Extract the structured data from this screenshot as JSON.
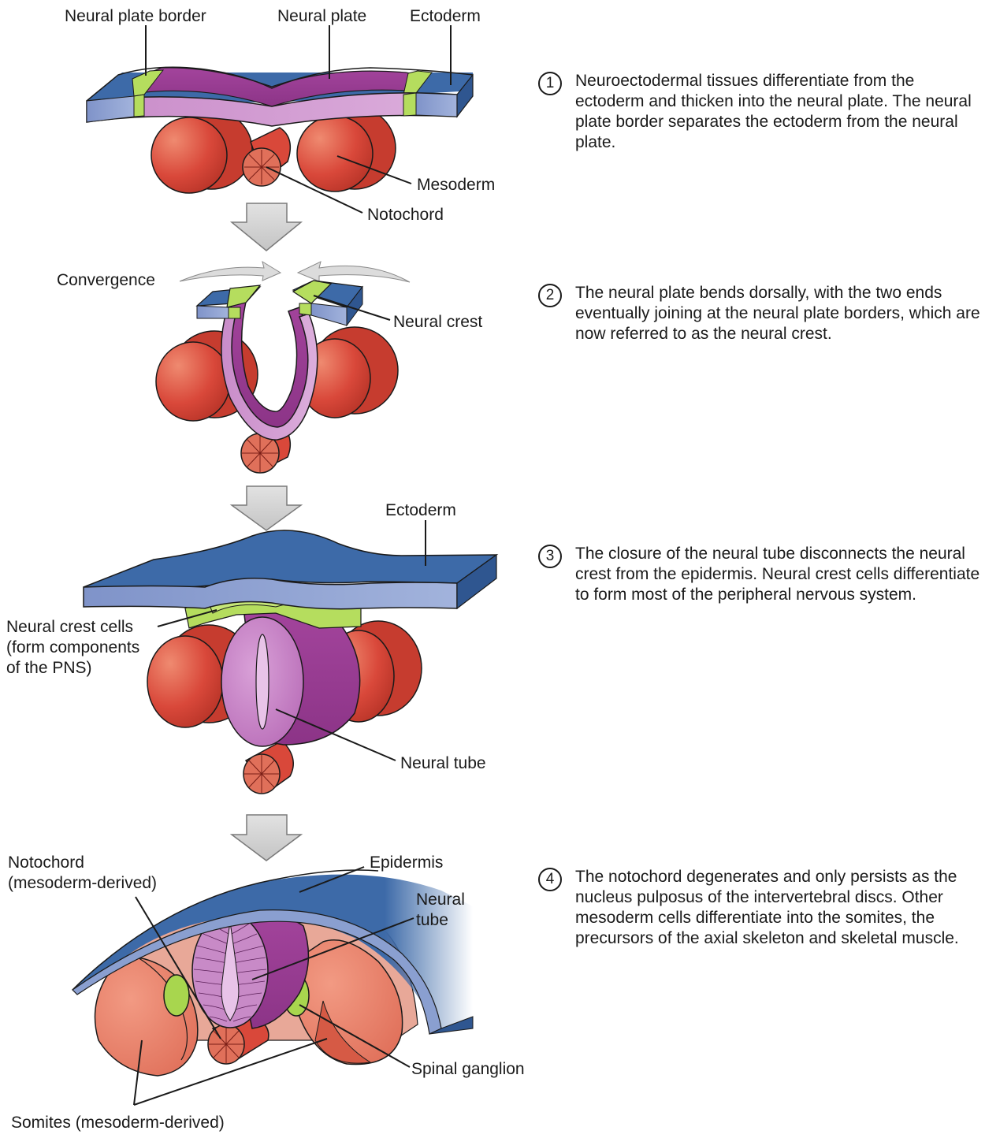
{
  "labels": {
    "stage1": {
      "neural_plate_border": "Neural plate border",
      "neural_plate": "Neural plate",
      "ectoderm": "Ectoderm",
      "mesoderm": "Mesoderm",
      "notochord": "Notochord"
    },
    "stage2": {
      "convergence": "Convergence",
      "neural_crest": "Neural crest"
    },
    "stage3": {
      "ectoderm": "Ectoderm",
      "neural_crest_cells_line1": "Neural crest cells",
      "neural_crest_cells_line2": "(form components",
      "neural_crest_cells_line3": "of the PNS)",
      "neural_tube": "Neural tube"
    },
    "stage4": {
      "notochord_line1": "Notochord",
      "notochord_line2": "(mesoderm-derived)",
      "epidermis": "Epidermis",
      "neural_tube_line1": "Neural",
      "neural_tube_line2": "tube",
      "spinal_ganglion": "Spinal ganglion",
      "somites": "Somites (mesoderm-derived)"
    }
  },
  "steps": [
    {
      "number": "1",
      "text": "Neuroectodermal tissues differentiate from the ectoderm and thicken into the neural plate. The neural plate border separates the ectoderm from the neural plate."
    },
    {
      "number": "2",
      "text": "The neural plate bends dorsally, with the two ends eventually joining at the neural plate borders, which are now referred to as the neural crest."
    },
    {
      "number": "3",
      "text": "The closure of the neural tube disconnects the neural crest from the epidermis. Neural crest cells differentiate to form most of the peripheral nervous system."
    },
    {
      "number": "4",
      "text": "The notochord degenerates and only persists as the nucleus pulposus of the intervertebral discs. Other mesoderm cells differentiate into the somites, the precursors of the axial skeleton and skeletal muscle."
    }
  ],
  "colors": {
    "ectoderm": "#3d6aa8",
    "ectoderm_side": "#8a9fd0",
    "neural_plate": "#a3449c",
    "neural_plate_light": "#c98cc9",
    "border_green": "#b5dd5e",
    "mesoderm": "#d9483a",
    "somite": "#e87f68",
    "arrow_gray": "#d4d4d4"
  }
}
